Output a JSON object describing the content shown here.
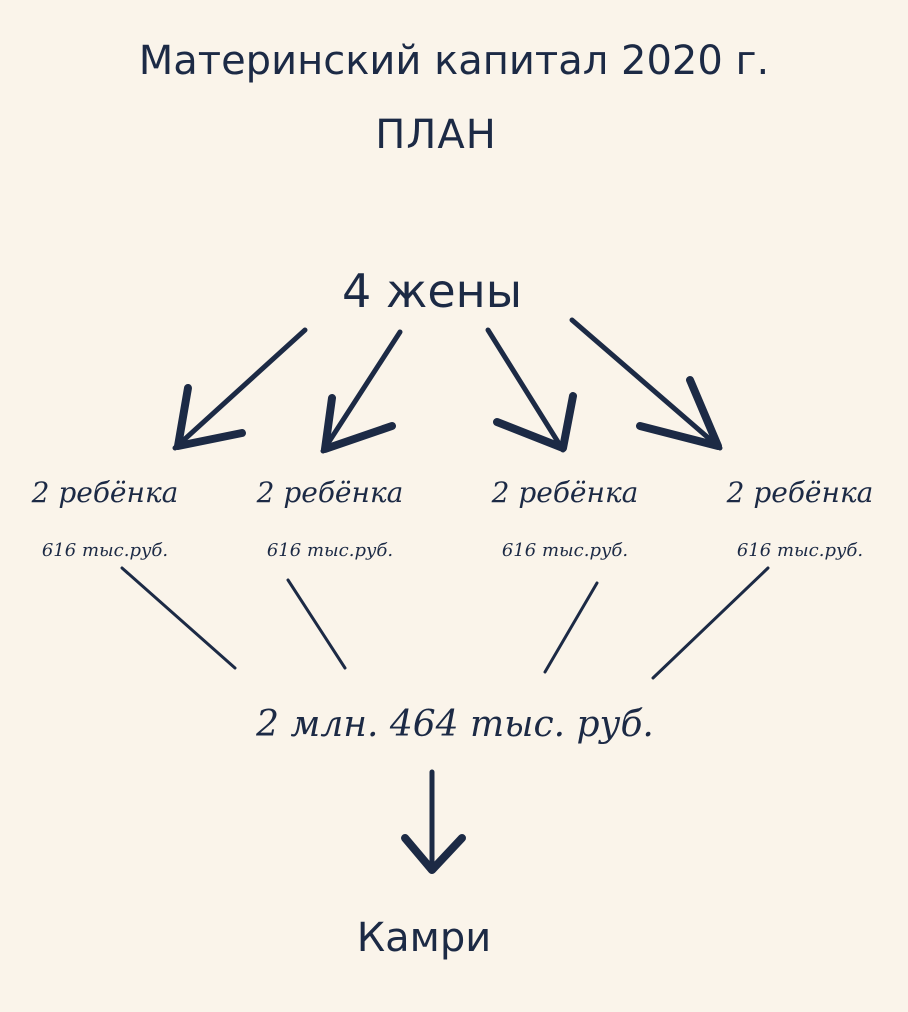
{
  "title": "Материнский капитал 2020 г.",
  "subtitle": "ПЛАН",
  "wives": "4 жены",
  "branches": [
    {
      "children": "2 ребёнка",
      "amount": "616 тыс.руб."
    },
    {
      "children": "2 ребёнка",
      "amount": "616 тыс.руб."
    },
    {
      "children": "2 ребёнка",
      "amount": "616 тыс.руб."
    },
    {
      "children": "2 ребёнка",
      "amount": "616 тыс.руб."
    }
  ],
  "total": "2 млн. 464 тыс. руб.",
  "result": "Камри",
  "colors": {
    "background": "#faf4ea",
    "ink": "#1c2a45"
  }
}
